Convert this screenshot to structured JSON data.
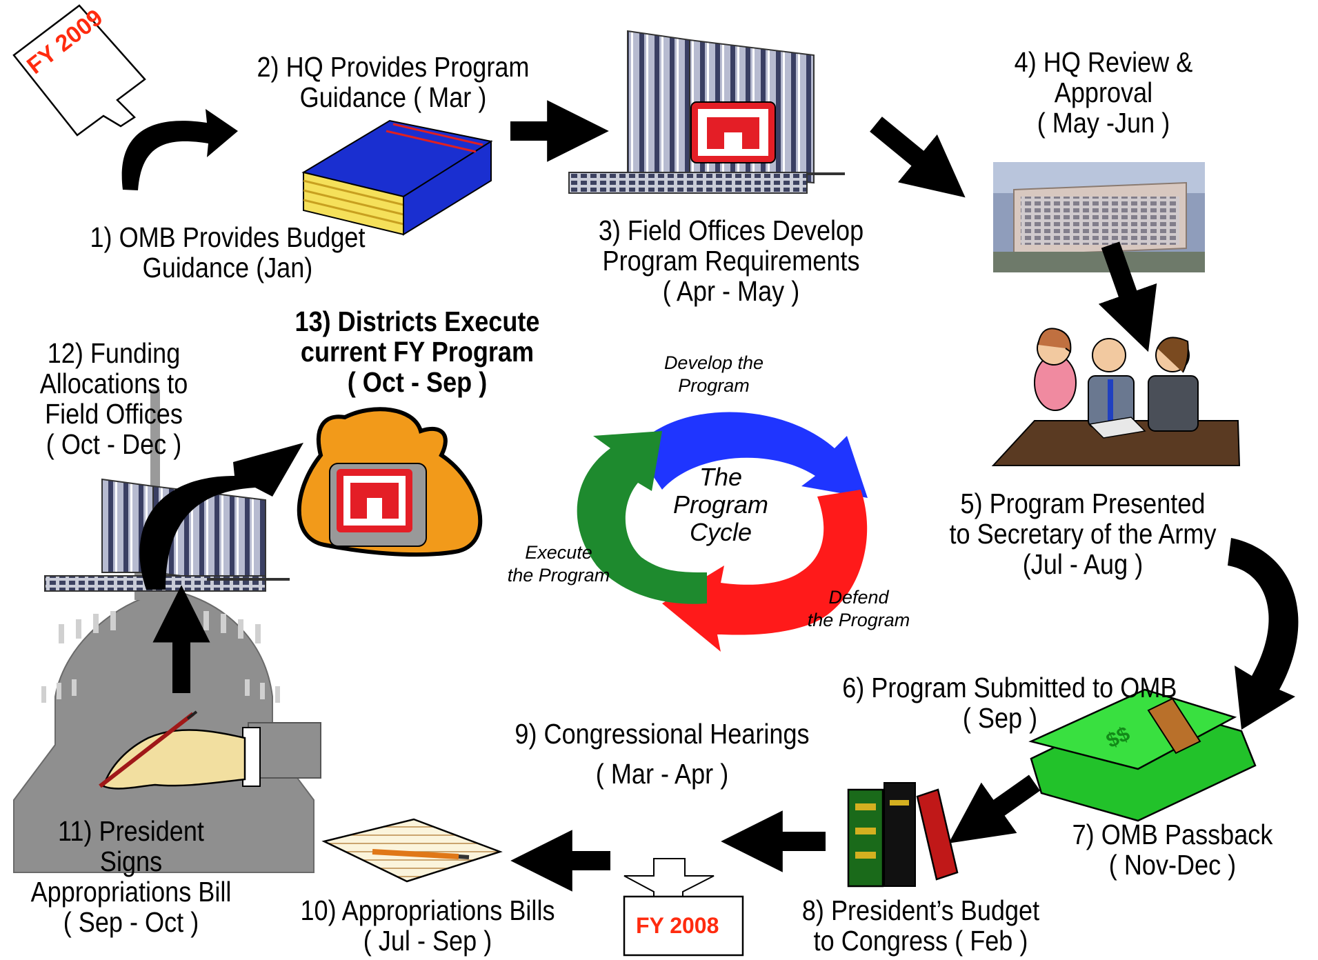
{
  "steps": {
    "s1": {
      "l1": "1)  OMB Provides Budget",
      "l2": "Guidance (Jan)"
    },
    "s2": {
      "l1": "2)  HQ Provides Program",
      "l2": "Guidance ( Mar )"
    },
    "s3": {
      "l1": "3)  Field Offices Develop",
      "l2": "Program Requirements",
      "l3": "( Apr  - May  )"
    },
    "s4": {
      "l1": "4)  HQ Review &",
      "l2": "Approval",
      "l3": "( May -Jun )"
    },
    "s5": {
      "l1": "5)  Program Presented",
      "l2": "to Secretary of the  Army",
      "l3": "(Jul - Aug )"
    },
    "s6": {
      "l1": "6)  Program Submitted to OMB",
      "l2": "( Sep )"
    },
    "s7": {
      "l1": "7)  OMB Passback",
      "l2": "( Nov-Dec )"
    },
    "s8": {
      "l1": "8)  President’s Budget",
      "l2": "to Congress ( Feb )"
    },
    "s9": {
      "l1": "9)  Congressional Hearings",
      "l2": "( Mar - Apr )"
    },
    "s10": {
      "l1": "10)  Appropriations Bills",
      "l2": "( Jul - Sep )"
    },
    "s11": {
      "l1": "11)  President",
      "l2": "Signs",
      "l3": "Appropriations Bill",
      "l4": "( Sep - Oct )"
    },
    "s12": {
      "l1": "12)  Funding",
      "l2": "Allocations to",
      "l3": "Field Offices",
      "l4": "( Oct - Dec )"
    },
    "s13": {
      "l1": "13)  Districts Execute",
      "l2": "current FY Program",
      "l3": "( Oct - Sep )"
    }
  },
  "cycle": {
    "center_l1": "The",
    "center_l2": "Program",
    "center_l3": "Cycle",
    "develop_l1": "Develop the",
    "develop_l2": "Program",
    "defend_l1": "Defend",
    "defend_l2": "the Program",
    "execute_l1": "Execute",
    "execute_l2": "the Program"
  },
  "fy_labels": {
    "top": "FY 2009",
    "bottom": "FY 2008"
  },
  "colors": {
    "develop": "#1f35ff",
    "defend": "#ff1a1a",
    "execute": "#1e8a2e",
    "fy_text": "#ff2b0f",
    "emblem": "#e41e26",
    "money": "#22c22a",
    "bag": "#f29a1a",
    "book": "#1a2fd0"
  },
  "icons": [
    "fy2009-sign-icon",
    "book-icon",
    "hq-building-icon",
    "office-photo-icon",
    "meeting-icon",
    "money-stack-icon",
    "law-books-icon",
    "notepad-icon",
    "fy2008-sign-icon",
    "capitol-icon",
    "signing-hand-icon",
    "money-bag-icon",
    "program-cycle-icon"
  ]
}
